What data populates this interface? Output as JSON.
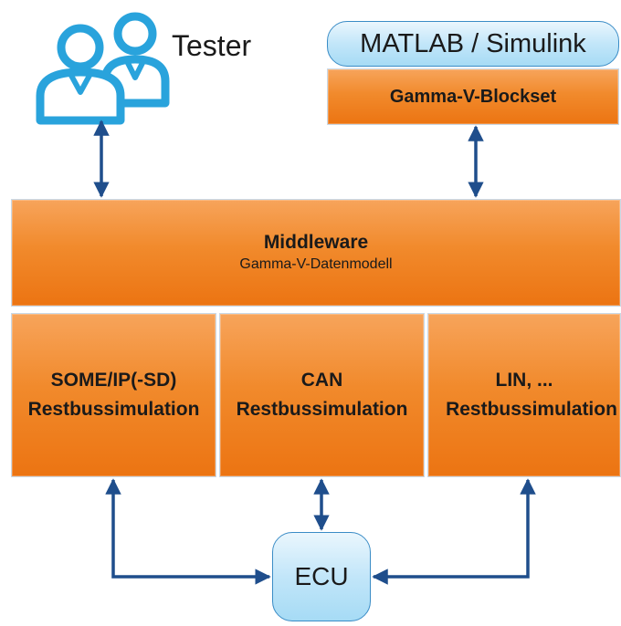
{
  "tester": {
    "label": "Tester"
  },
  "matlab": {
    "label": "MATLAB / Simulink"
  },
  "blockset": {
    "label": "Gamma-V-Blockset"
  },
  "middleware": {
    "title": "Middleware",
    "subtitle": "Gamma-V-Datenmodell"
  },
  "modules": [
    {
      "line1": "SOME/IP(-SD)",
      "line2": "Restbussimulation"
    },
    {
      "line1": "CAN",
      "line2": "Restbussimulation"
    },
    {
      "line1": "LIN, ...",
      "line2": "Restbussimulation"
    }
  ],
  "ecu": {
    "label": "ECU"
  },
  "colors": {
    "orange": "#f18a2c",
    "arrow": "#1f4e8c",
    "icon": "#29a3dc",
    "pill": "#c2e6f9"
  },
  "icons": [
    "users-icon"
  ]
}
